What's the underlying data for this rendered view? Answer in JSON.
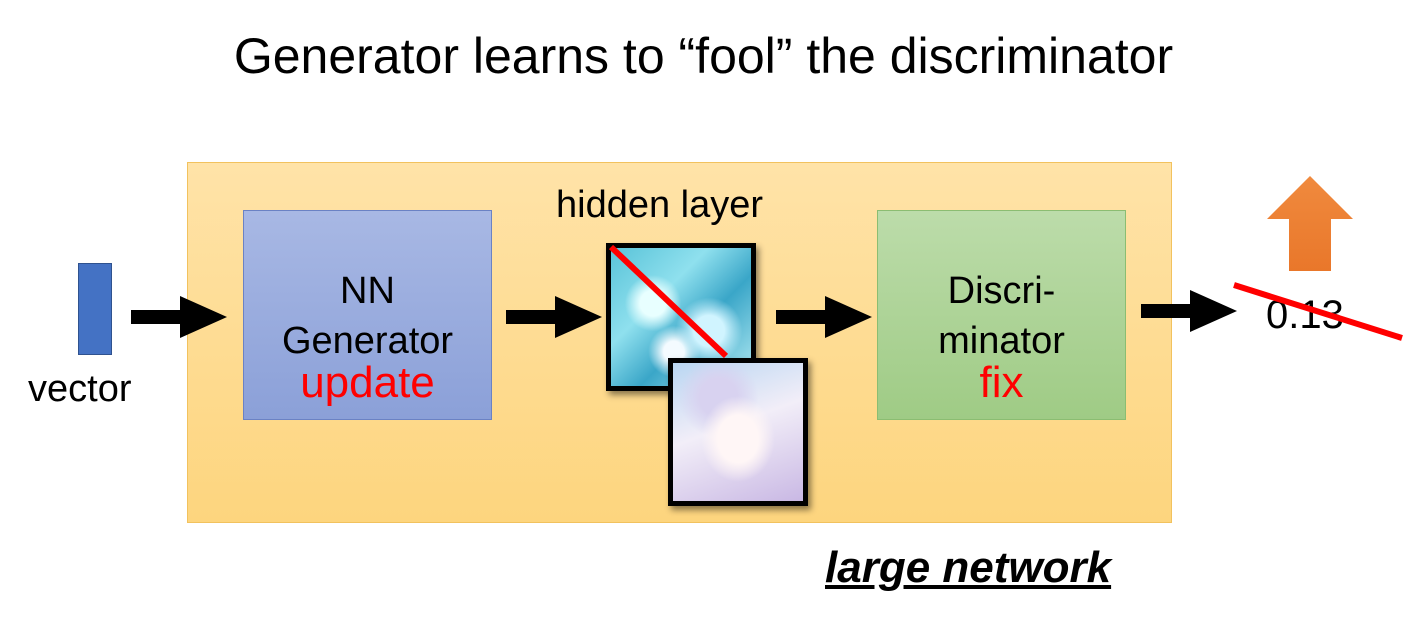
{
  "title": "Generator learns to “fool” the discriminator",
  "input": {
    "label": "vector"
  },
  "generator": {
    "line1": "NN",
    "line2": "Generator",
    "status": "update"
  },
  "hidden": {
    "label": "hidden layer"
  },
  "discriminator": {
    "line1": "Discri-",
    "line2": "minator",
    "status": "fix"
  },
  "output": {
    "value": "0.13"
  },
  "group": {
    "label": "large network"
  },
  "colors": {
    "arrow": "#000000",
    "strike": "#ff0000",
    "up_arrow": "#ed7d31",
    "large_box": "#fdd57e",
    "generator_box": "#8ba0d8",
    "discriminator_box": "#9fcb85",
    "vector": "#4472c4"
  },
  "icons": [
    "right-arrow-icon",
    "up-arrow-icon",
    "strike-line-icon"
  ]
}
